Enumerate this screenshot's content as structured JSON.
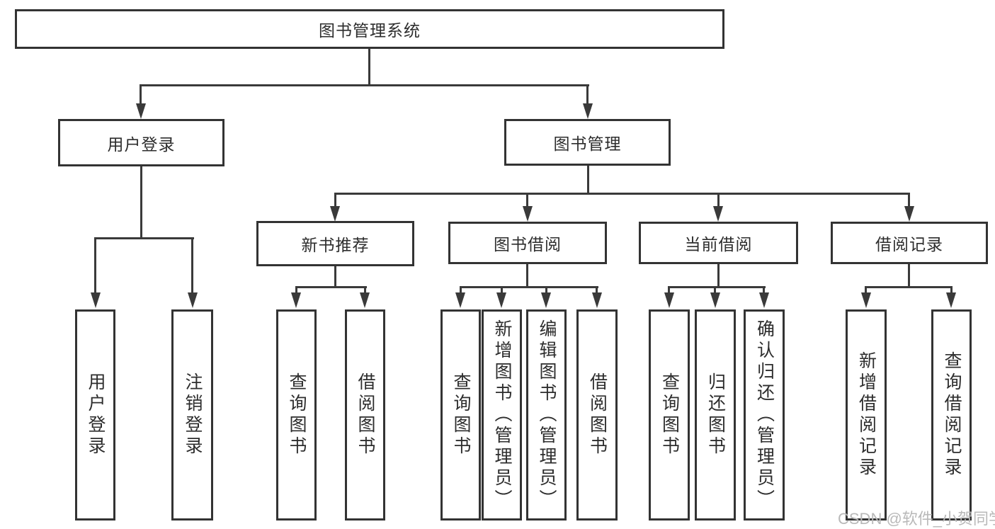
{
  "nodes": {
    "root": "图书管理系统",
    "user_login": "用户登录",
    "book_mgmt": "图书管理",
    "new_book_rec": "新书推荐",
    "book_borrow": "图书借阅",
    "current_borrow": "当前借阅",
    "borrow_record": "借阅记录",
    "leaf_user_login": "用户登录",
    "leaf_logout": "注销登录",
    "leaf_nb_query": "查询图书",
    "leaf_nb_borrow": "借阅图书",
    "leaf_bb_query": "查询图书",
    "leaf_bb_add": "新增图书（管理员）",
    "leaf_bb_edit": "编辑图书（管理员）",
    "leaf_bb_borrow": "借阅图书",
    "leaf_cb_query": "查询图书",
    "leaf_cb_return": "归还图书",
    "leaf_cb_confirm": "确认归还（管理员）",
    "leaf_br_add": "新增借阅记录",
    "leaf_br_query": "查询借阅记录"
  },
  "watermark": "CSDN @软件_小贺同学",
  "colors": {
    "line": "#3a3a3a",
    "box_border": "#333333",
    "box_fill": "#ffffff",
    "text": "#2d2d2d",
    "watermark": "#b9b9b9"
  }
}
